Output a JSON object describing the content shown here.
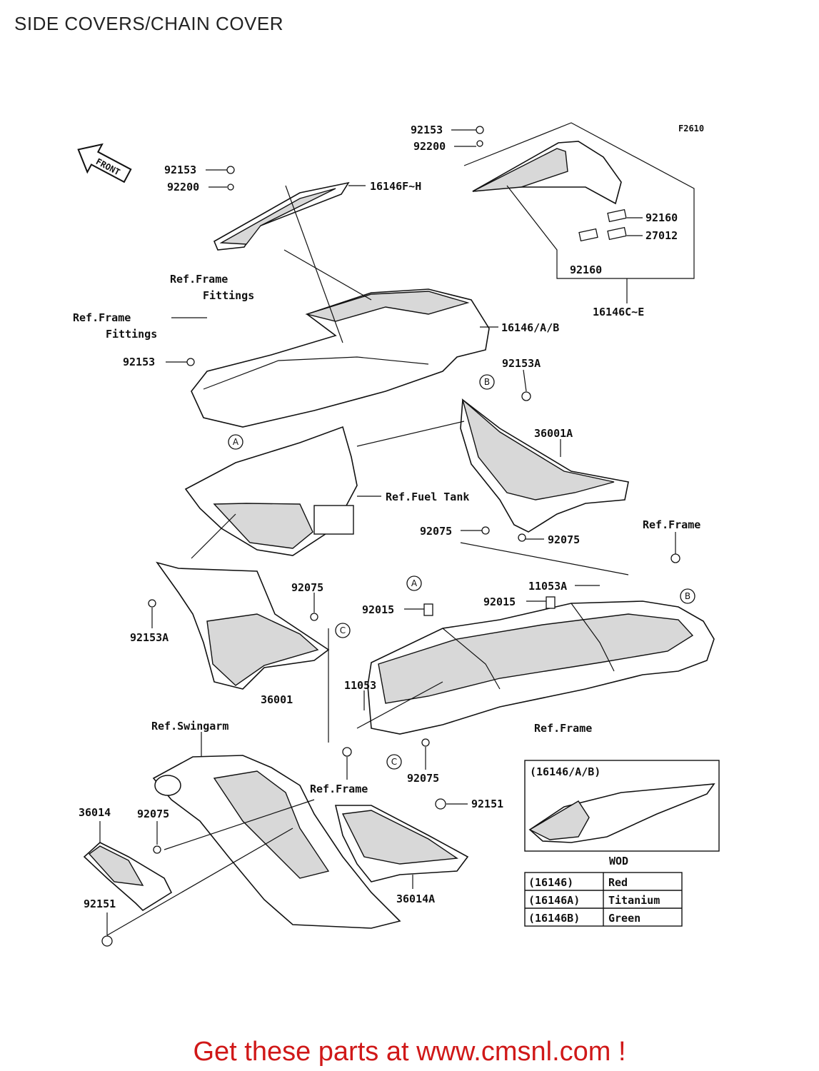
{
  "header": {
    "title": "SIDE COVERS/CHAIN COVER"
  },
  "figure_code": "F2610",
  "front_marker": "FRONT",
  "callouts": {
    "c1": "92153",
    "c2": "92200",
    "c3": "92153",
    "c4": "92200",
    "c5": "16146F~H",
    "c6": "92160",
    "c7": "27012",
    "c8": "92160",
    "c9": "16146C~E",
    "c10": "Ref.Frame",
    "c11": "Fittings",
    "c12": "Ref.Frame",
    "c13": "Fittings",
    "c14": "16146/A/B",
    "c15": "92153",
    "c16": "92153A",
    "c17": "36001A",
    "c18": "Ref.Fuel Tank",
    "c19": "92075",
    "c20": "92075",
    "c21": "Ref.Frame",
    "c22": "92075",
    "c23": "11053A",
    "c24": "92015",
    "c25": "92015",
    "c26": "92153A",
    "c27": "36001",
    "c28": "11053",
    "c29": "Ref.Frame",
    "c30": "Ref.Swingarm",
    "c31": "Ref.Frame",
    "c32": "92075",
    "c33": "92151",
    "c34": "36014",
    "c35": "92075",
    "c36": "92151",
    "c37": "36014A"
  },
  "ref_letters": {
    "a1": "A",
    "a2": "A",
    "b1": "B",
    "b2": "B",
    "cc1": "C",
    "cc2": "C"
  },
  "inset": {
    "caption": "(16146/A/B)",
    "table_title": "WOD",
    "rows": [
      {
        "code": "(16146)",
        "color": "Red"
      },
      {
        "code": "(16146A)",
        "color": "Titanium"
      },
      {
        "code": "(16146B)",
        "color": "Green"
      }
    ]
  },
  "footer": {
    "text": "Get these parts at www.cmsnl.com !"
  }
}
